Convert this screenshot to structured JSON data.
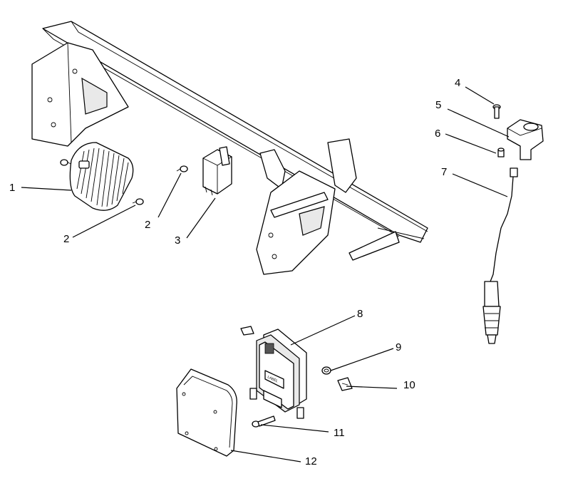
{
  "callouts": [
    {
      "id": "1",
      "text": "1"
    },
    {
      "id": "2a",
      "text": "2"
    },
    {
      "id": "2b",
      "text": "2"
    },
    {
      "id": "3",
      "text": "3"
    },
    {
      "id": "4",
      "text": "4"
    },
    {
      "id": "5",
      "text": "5"
    },
    {
      "id": "6",
      "text": "6"
    },
    {
      "id": "7",
      "text": "7"
    },
    {
      "id": "8",
      "text": "8"
    },
    {
      "id": "9",
      "text": "9"
    },
    {
      "id": "10",
      "text": "10"
    },
    {
      "id": "11",
      "text": "11"
    },
    {
      "id": "12",
      "text": "12"
    }
  ],
  "ecu_label": "LABEL"
}
